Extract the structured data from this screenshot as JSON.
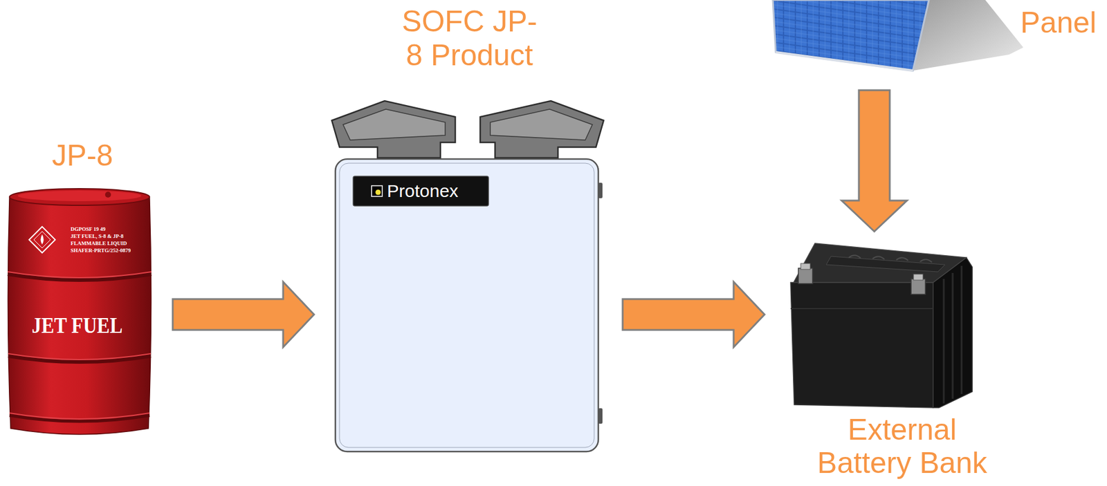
{
  "diagram": {
    "nodes": [
      {
        "text": [
          "JP-8",
          "JET FUEL"
        ]
      },
      {
        "text": [
          "SOFC JP-8 Product",
          "Protonex"
        ]
      },
      {
        "text": [
          "Panel"
        ]
      },
      {
        "text": [
          "External Battery Bank"
        ]
      }
    ],
    "edges": [
      {
        "from": 0,
        "to": 1,
        "arrow": "to"
      },
      {
        "from": 1,
        "to": 3,
        "arrow": "to"
      },
      {
        "from": 2,
        "to": 3,
        "arrow": "to"
      }
    ],
    "labels": [
      "DGPOSF 19 49",
      "JET FUEL, S-8 & JP-8",
      "FLAMMABLE LIQUID",
      "SHAFER-PRTG/252-0879"
    ]
  }
}
